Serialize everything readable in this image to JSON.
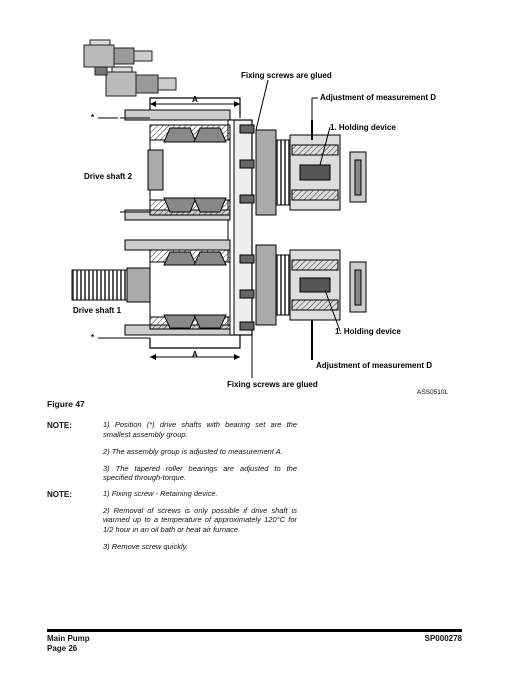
{
  "figure": {
    "caption": "Figure 47",
    "code": "ASS0510L",
    "labels": {
      "fixing_top": "Fixing screws are glued",
      "adjust_top": "Adjustment of measurement D",
      "holding_top": "1. Holding device",
      "drive2": "Drive shaft 2",
      "drive1": "Drive shaft 1",
      "holding_bottom": "1. Holding device",
      "adjust_bottom": "Adjustment of measurement D",
      "fixing_bottom": "Fixing screws are glued",
      "dim_a_top": "A",
      "dim_a_bottom": "A",
      "star_top": "*",
      "star_bottom": "*"
    }
  },
  "notes": [
    {
      "label": "NOTE:",
      "items": [
        "1) Position (*) drive shafts with bearing set are the smallest assembly group.",
        "2) The assembly group is adjusted to measurement A.",
        "3) The tapered roller bearings are adjusted to the specified through-torque."
      ]
    },
    {
      "label": "NOTE:",
      "items": [
        "1) Fixing screw - Retaining device.",
        "2) Removal of screws is only possible if drive shaft is warmed up to a temperature of approximately 120°C for 1/2 hour in an oil bath or heat air furnace.",
        "3) Remove screw quickly."
      ]
    }
  ],
  "footer": {
    "left_line1": "Main Pump",
    "left_line2": "Page 26",
    "right": "SP000278"
  }
}
